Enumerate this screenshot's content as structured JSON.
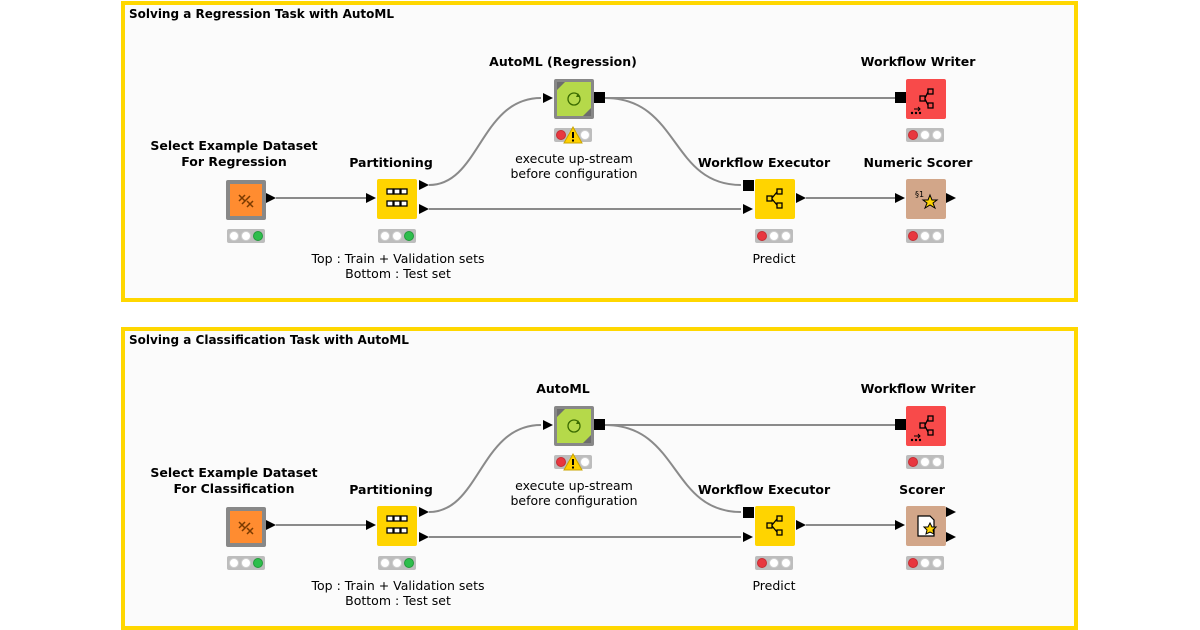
{
  "colors": {
    "annotation_border": "#ffd700",
    "reader": "#ff8c30",
    "manipulator": "#ffd400",
    "learner": "#b5d94a",
    "writer": "#f84a4a",
    "scorer": "#d2a689"
  },
  "workflows": [
    {
      "title": "Solving a Regression Task with AutoML",
      "select_node": {
        "label_line1": "Select Example Dataset",
        "label_line2": "For Regression",
        "icon": "dataset-reader-icon",
        "status": [
          "off",
          "off",
          "green"
        ]
      },
      "partitioning_node": {
        "label": "Partitioning",
        "icon": "table-partition-icon",
        "status": [
          "off",
          "off",
          "green"
        ],
        "note_line1": "Top : Train + Validation sets",
        "note_line2": "Bottom : Test set"
      },
      "automl_node": {
        "label": "AutoML (Regression)",
        "icon": "component-loop-icon",
        "status": [
          "red",
          "off",
          "off"
        ],
        "warning": "warning-icon",
        "note_line1": "execute up-stream",
        "note_line2": "before configuration"
      },
      "writer_node": {
        "label": "Workflow Writer",
        "icon": "workflow-writer-icon",
        "status": [
          "red",
          "off",
          "off"
        ]
      },
      "executor_node": {
        "label": "Workflow Executor",
        "icon": "workflow-executor-icon",
        "status": [
          "red",
          "off",
          "off"
        ],
        "note": "Predict"
      },
      "scorer_node": {
        "label": "Numeric Scorer",
        "icon": "numeric-scorer-icon",
        "status": [
          "red",
          "off",
          "off"
        ]
      }
    },
    {
      "title": "Solving a Classification Task with AutoML",
      "select_node": {
        "label_line1": "Select Example Dataset",
        "label_line2": "For Classification",
        "icon": "dataset-reader-icon",
        "status": [
          "off",
          "off",
          "green"
        ]
      },
      "partitioning_node": {
        "label": "Partitioning",
        "icon": "table-partition-icon",
        "status": [
          "off",
          "off",
          "green"
        ],
        "note_line1": "Top : Train + Validation sets",
        "note_line2": "Bottom : Test set"
      },
      "automl_node": {
        "label": "AutoML",
        "icon": "component-loop-icon",
        "status": [
          "red",
          "off",
          "off"
        ],
        "warning": "warning-icon",
        "note_line1": "execute up-stream",
        "note_line2": "before configuration"
      },
      "writer_node": {
        "label": "Workflow Writer",
        "icon": "workflow-writer-icon",
        "status": [
          "red",
          "off",
          "off"
        ]
      },
      "executor_node": {
        "label": "Workflow Executor",
        "icon": "workflow-executor-icon",
        "status": [
          "red",
          "off",
          "off"
        ],
        "note": "Predict"
      },
      "scorer_node": {
        "label": "Scorer",
        "icon": "scorer-icon",
        "status": [
          "red",
          "off",
          "off"
        ]
      }
    }
  ]
}
